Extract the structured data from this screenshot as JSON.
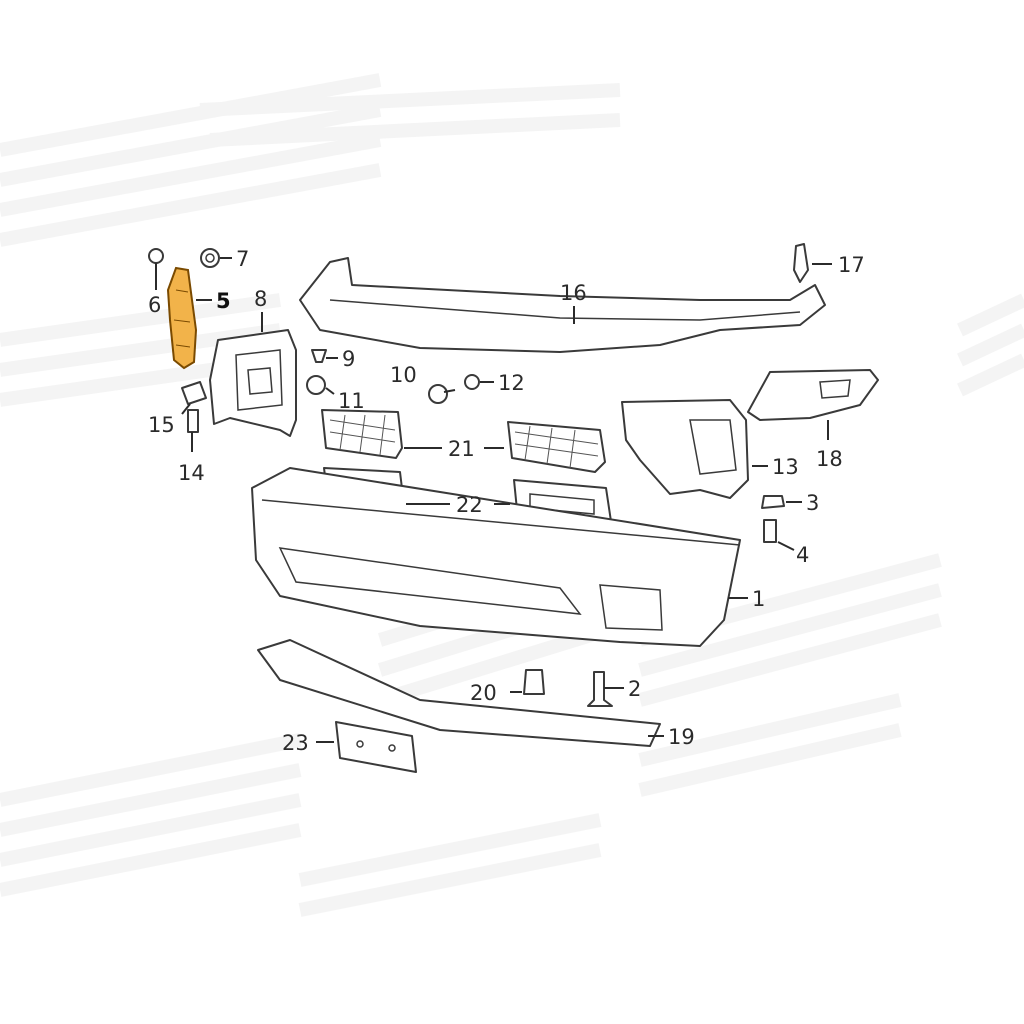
{
  "diagram": {
    "highlight_color": "#f2b34a",
    "line_color": "#3a3a3a",
    "watermark_color": "#f0f0f0",
    "callouts": [
      {
        "id": "c1",
        "label": "1"
      },
      {
        "id": "c2",
        "label": "2"
      },
      {
        "id": "c3",
        "label": "3"
      },
      {
        "id": "c4",
        "label": "4"
      },
      {
        "id": "c5",
        "label": "5"
      },
      {
        "id": "c6",
        "label": "6"
      },
      {
        "id": "c7",
        "label": "7"
      },
      {
        "id": "c8",
        "label": "8"
      },
      {
        "id": "c9",
        "label": "9"
      },
      {
        "id": "c10",
        "label": "10"
      },
      {
        "id": "c11",
        "label": "11"
      },
      {
        "id": "c12",
        "label": "12"
      },
      {
        "id": "c13",
        "label": "13"
      },
      {
        "id": "c14",
        "label": "14"
      },
      {
        "id": "c15",
        "label": "15"
      },
      {
        "id": "c16",
        "label": "16"
      },
      {
        "id": "c17",
        "label": "17"
      },
      {
        "id": "c18",
        "label": "18"
      },
      {
        "id": "c19",
        "label": "19"
      },
      {
        "id": "c20",
        "label": "20"
      },
      {
        "id": "c21",
        "label": "21"
      },
      {
        "id": "c22",
        "label": "22"
      },
      {
        "id": "c23",
        "label": "23"
      }
    ]
  }
}
